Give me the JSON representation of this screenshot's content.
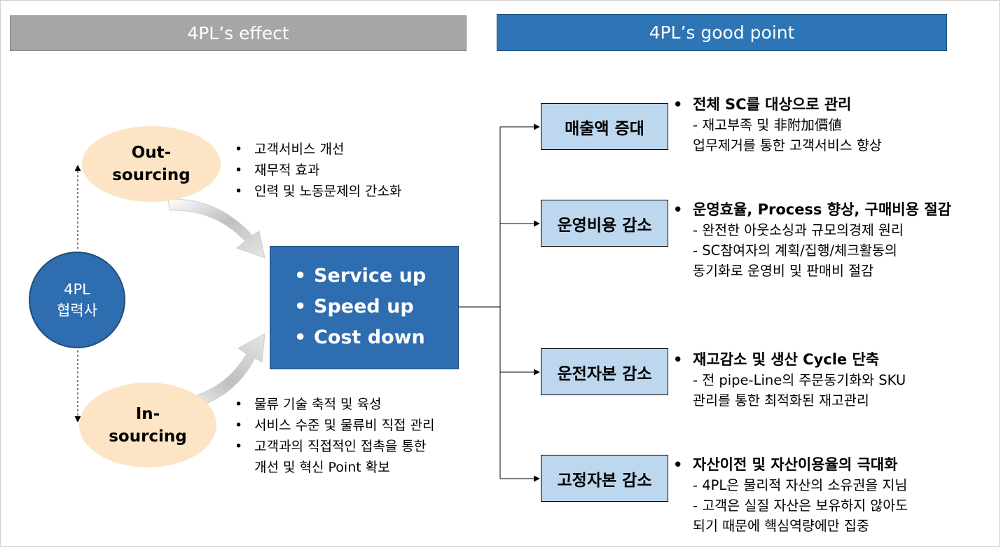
{
  "headers": {
    "effect": "4PL’s effect",
    "good_point": "4PL’s good point"
  },
  "partner": {
    "label": "4PL\n협력사"
  },
  "outsourcing": {
    "label": "Out-\nsourcing",
    "bullets": [
      "고객서비스 개선",
      "재무적 효과",
      "인력 및 노동문제의 간소화"
    ]
  },
  "insourcing": {
    "label": "In-\nsourcing",
    "bullets": [
      "물류 기술 축적 및 육성",
      "서비스 수준 및 물류비 직접 관리",
      "고객과의 직접적인 접촉을 통한\n개선 및 혁신 Point 확보"
    ]
  },
  "center": {
    "items": [
      "Service up",
      "Speed up",
      "Cost down"
    ]
  },
  "benefits": [
    {
      "box": "매출액 증대",
      "head": "전체 SC를 대상으로 관리",
      "subs": [
        "- 재고부족 및 非附加價値\n  업무제거를 통한 고객서비스 향상"
      ]
    },
    {
      "box": "운영비용 감소",
      "head": "운영효율, Process 향상, 구매비용 절감",
      "subs": [
        "- 완전한 아웃소싱과 규모의경제 원리",
        "- SC참여자의 계획/집행/체크활동의\n  동기화로 운영비 및 판매비 절감"
      ]
    },
    {
      "box": "운전자본 감소",
      "head": "재고감소 및 생산 Cycle 단축",
      "subs": [
        "- 전 pipe-Line의 주문동기화와 SKU\n  관리를 통한 최적화된 재고관리"
      ]
    },
    {
      "box": "고정자본 감소",
      "head": "자산이전 및 자산이용율의 극대화",
      "subs": [
        "- 4PL은 물리적 자산의 소유권을 지님",
        "- 고객은 실질 자산은 보유하지 않아도\n  되기 때문에 핵심역량에만 집중"
      ]
    }
  ],
  "colors": {
    "blue": "#2e6db0",
    "gray": "#a6a6a6",
    "peach": "#fce4c4",
    "light_blue": "#bdd7ee"
  }
}
